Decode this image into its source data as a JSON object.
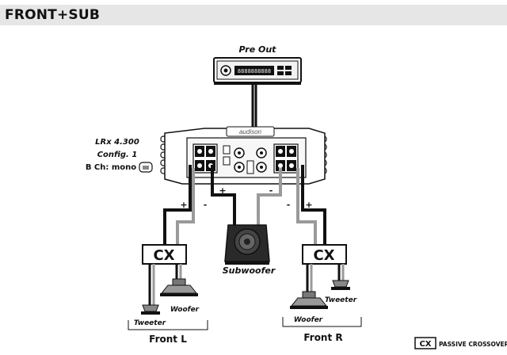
{
  "header": {
    "title": "FRONT+SUB"
  },
  "source": {
    "label": "Pre Out",
    "display_text": "8888888888"
  },
  "amplifier": {
    "brand": "audison",
    "model": "LRx 4.300",
    "config": "Config. 1",
    "bch_mode": "B Ch: mono"
  },
  "polarity": {
    "plus": "+",
    "minus": "-"
  },
  "crossover_left": {
    "label": "CX"
  },
  "crossover_right": {
    "label": "CX"
  },
  "subwoofer": {
    "label": "Subwoofer"
  },
  "front_left": {
    "group_label": "Front L",
    "tweeter_label": "Tweeter",
    "woofer_label": "Woofer"
  },
  "front_right": {
    "group_label": "Front R",
    "tweeter_label": "Tweeter",
    "woofer_label": "Woofer"
  },
  "legend": {
    "badge": "CX",
    "text": "PASSIVE CROSSOVER"
  },
  "colors": {
    "header_bg": "#e6e6e6",
    "wire_black": "#111111",
    "wire_gray": "#9a9a9a",
    "panel": "#ededed"
  }
}
